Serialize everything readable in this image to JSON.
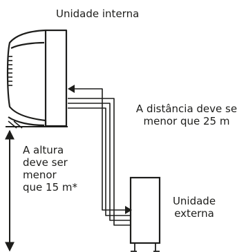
{
  "labels": {
    "indoor_unit": "Unidade interna",
    "distance_line1": "A distância deve se",
    "distance_line2": "menor que 25 m",
    "height_line1": "A altura",
    "height_line2": "deve ser",
    "height_line3": "menor",
    "height_line4": "que 15 m*",
    "outdoor_line1": "Unidade",
    "outdoor_line2": "externa"
  },
  "colors": {
    "stroke": "#1d1d1b",
    "background": "#ffffff"
  }
}
